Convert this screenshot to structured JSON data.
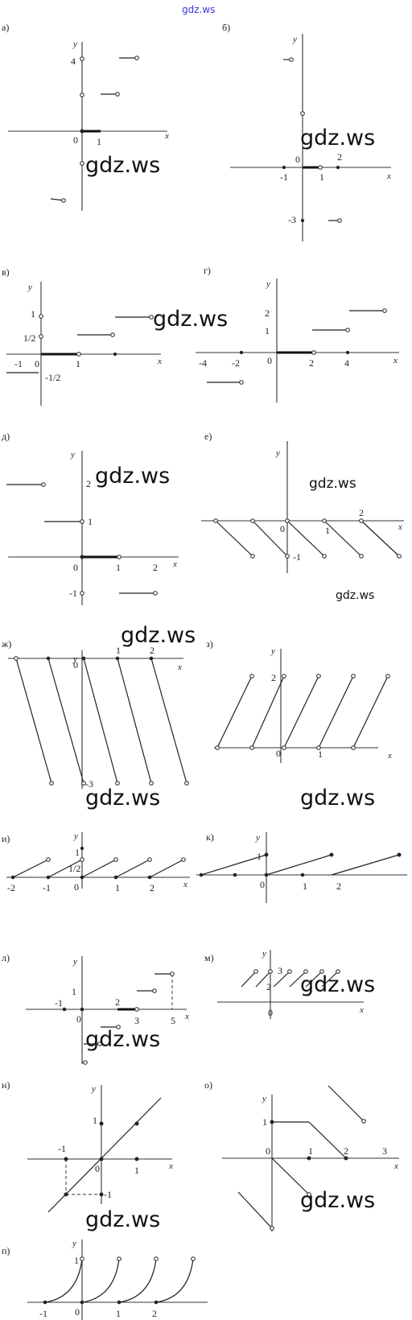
{
  "site_link": "gdz.ws",
  "watermarks": [
    "gdz.ws",
    "gdz.ws",
    "gdz.ws",
    "gdz.ws",
    "gdz.ws",
    "gdz.ws",
    "gdz.ws",
    "gdz.ws",
    "gdz.ws",
    "gdz.ws",
    "gdz.ws",
    "gdz.ws",
    "gdz.ws",
    "gdz.ws"
  ],
  "panels": {
    "a": {
      "label": "а)",
      "x_axis": "x",
      "y_axis": "y",
      "ticks": [
        "4",
        "0",
        "1"
      ]
    },
    "b": {
      "label": "б)",
      "x_axis": "x",
      "y_axis": "y",
      "ticks": [
        "0",
        "-1",
        "1",
        "2",
        "-3"
      ]
    },
    "v": {
      "label": "в)",
      "x_axis": "x",
      "y_axis": "y",
      "ticks": [
        "1",
        "1/2",
        "-1",
        "0",
        "1",
        "-1/2"
      ]
    },
    "g": {
      "label": "г)",
      "x_axis": "x",
      "y_axis": "y",
      "ticks": [
        "2",
        "1",
        "-4",
        "-2",
        "0",
        "2",
        "4"
      ]
    },
    "d": {
      "label": "д)",
      "x_axis": "x",
      "y_axis": "y",
      "ticks": [
        "2",
        "1",
        "0",
        "1",
        "2",
        "-1"
      ]
    },
    "e": {
      "label": "е)",
      "x_axis": "x",
      "y_axis": "y",
      "ticks": [
        "0",
        "1",
        "2",
        "-1"
      ]
    },
    "zh": {
      "label": "ж)",
      "x_axis": "x",
      "y_axis": "y",
      "ticks": [
        "0",
        "1",
        "2",
        "-3"
      ]
    },
    "z": {
      "label": "з)",
      "x_axis": "x",
      "y_axis": "y",
      "ticks": [
        "2",
        "0",
        "1"
      ]
    },
    "i": {
      "label": "и)",
      "x_axis": "x",
      "y_axis": "y",
      "ticks": [
        "1",
        "1/2",
        "-2",
        "-1",
        "0",
        "1",
        "2"
      ]
    },
    "k": {
      "label": "к)",
      "x_axis": "x",
      "y_axis": "y",
      "ticks": [
        "1",
        "0",
        "1",
        "2"
      ]
    },
    "l": {
      "label": "л)",
      "x_axis": "x",
      "y_axis": "y",
      "ticks": [
        "1",
        "-1",
        "0",
        "2",
        "3",
        "5"
      ]
    },
    "m": {
      "label": "м)",
      "x_axis": "x",
      "y_axis": "y",
      "ticks": [
        "3",
        "2",
        "0"
      ]
    },
    "n": {
      "label": "н)",
      "x_axis": "x",
      "y_axis": "y",
      "ticks": [
        "1",
        "-1",
        "0",
        "1",
        "-1"
      ]
    },
    "o": {
      "label": "о)",
      "x_axis": "x",
      "y_axis": "y",
      "ticks": [
        "1",
        "0",
        "1",
        "2",
        "3"
      ]
    },
    "p": {
      "label": "п)",
      "x_axis": "x",
      "y_axis": "y",
      "ticks": [
        "1",
        "-1",
        "0",
        "1",
        "2"
      ]
    }
  }
}
